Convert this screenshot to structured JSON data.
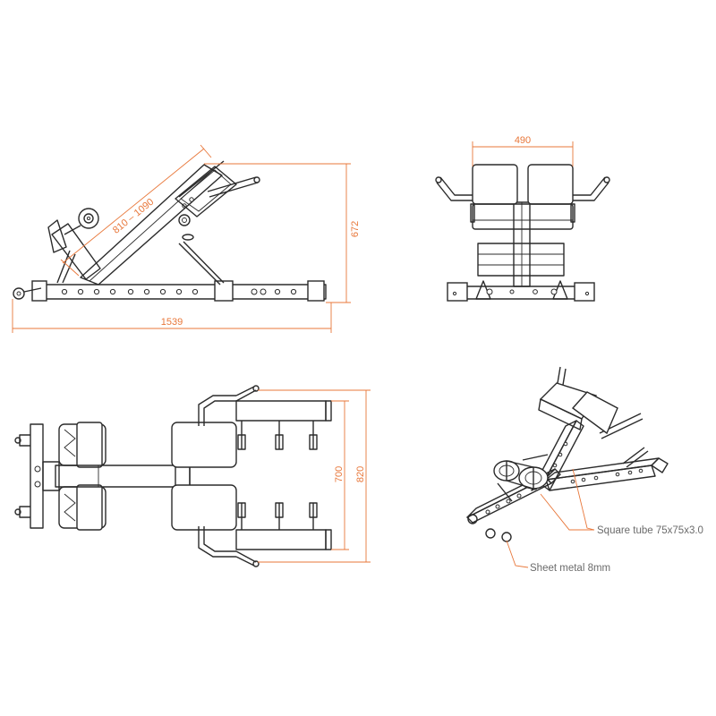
{
  "dimensions": {
    "side_adjust": "810 – 1090",
    "side_height": "672",
    "side_length": "1539",
    "front_width": "490",
    "top_width_inner": "700",
    "top_width_outer": "820"
  },
  "callouts": {
    "tube": "Square tube 75x75x3.0",
    "sheet": "Sheet metal 8mm"
  },
  "colors": {
    "dimension": "#e8773a",
    "line": "#2b2b2b",
    "callout_text": "#6b6b6b"
  }
}
